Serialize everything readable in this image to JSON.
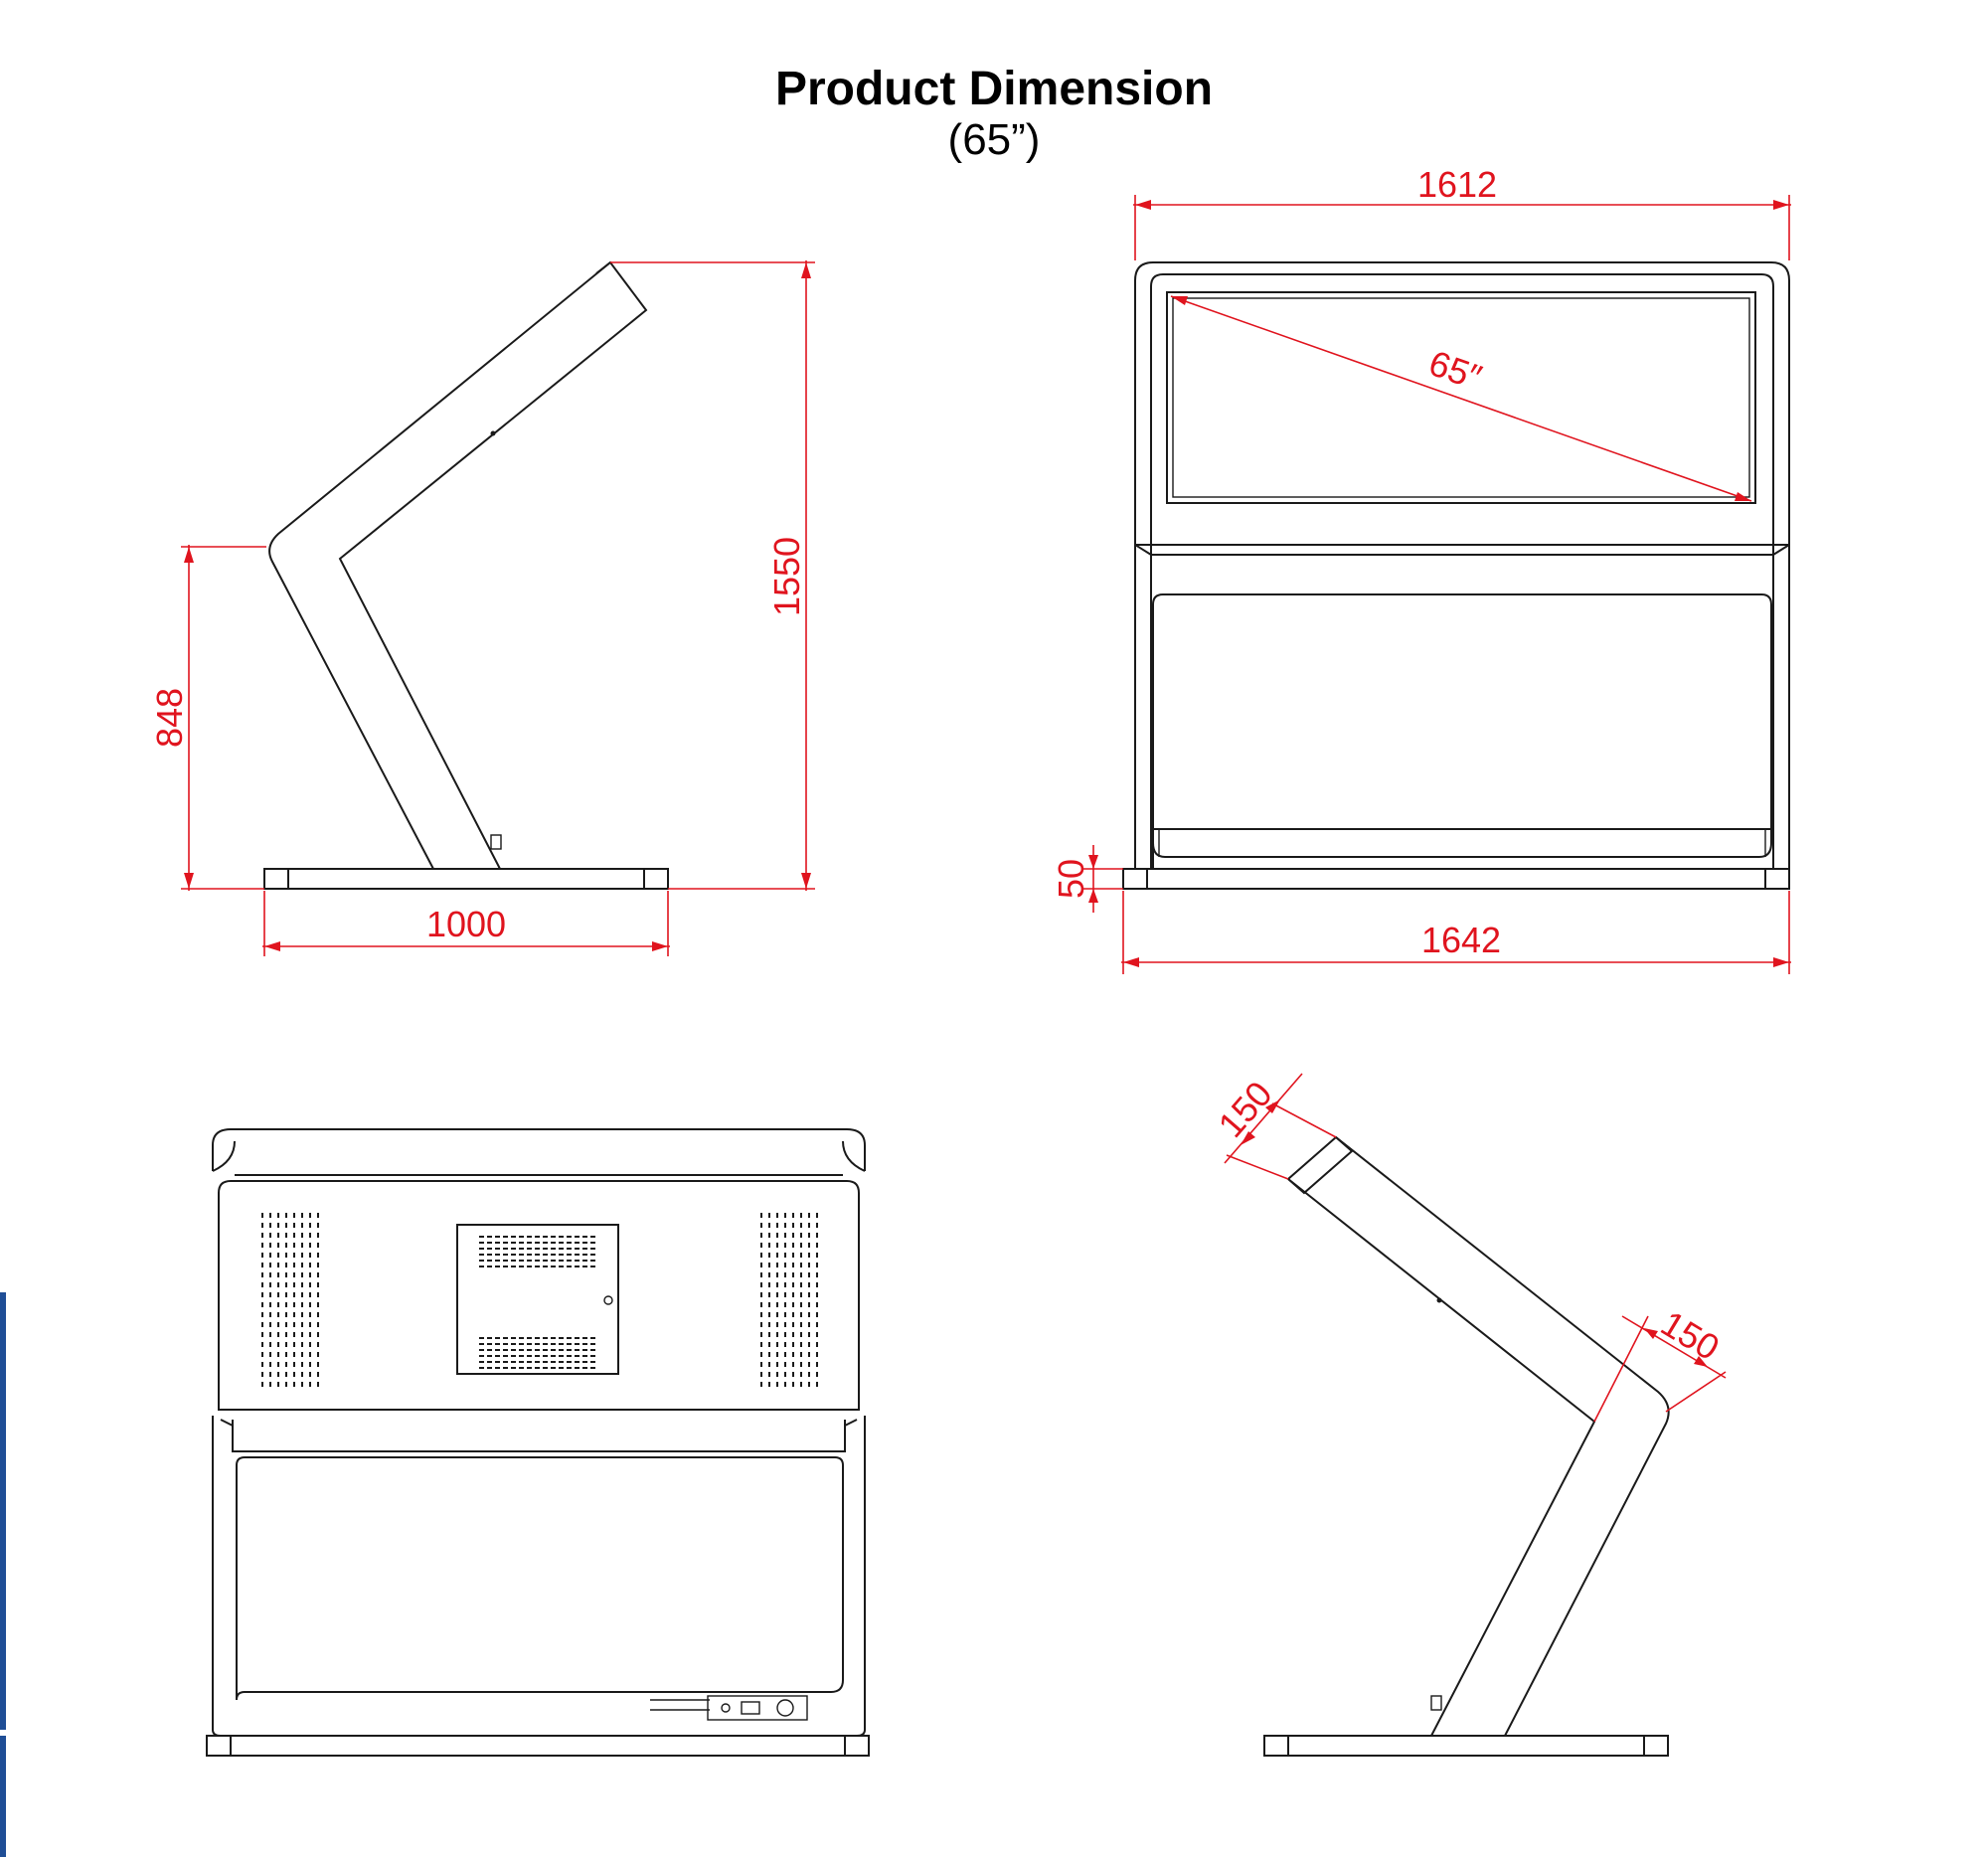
{
  "title": "Product Dimension",
  "subtitle": "(65”)",
  "colors": {
    "line": "#1a1a1a",
    "dimension": "#e0141e",
    "accent": "#1f4e96"
  },
  "side_view": {
    "height_total": "1550",
    "height_joint": "848",
    "base_depth": "1000"
  },
  "front_view": {
    "width_top": "1612",
    "screen_diagonal": "65″",
    "base_height": "50",
    "width_base": "1642"
  },
  "iso_view": {
    "width_top": "150",
    "width_joint": "150"
  }
}
